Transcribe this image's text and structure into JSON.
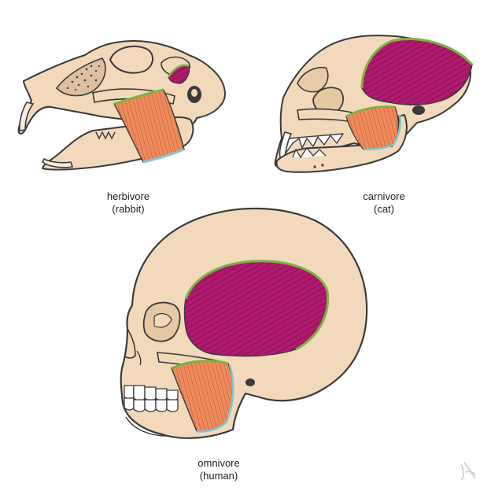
{
  "figure": {
    "skulls": [
      {
        "id": "rabbit",
        "diet": "herbivore",
        "animal": "(rabbit)"
      },
      {
        "id": "cat",
        "diet": "carnivore",
        "animal": "(cat)"
      },
      {
        "id": "human",
        "diet": "omnivore",
        "animal": "(human)"
      }
    ]
  },
  "colors": {
    "bone": "#f2d9bc",
    "outline": "#3a3a3a",
    "temporalis": "#b0196e",
    "masseter": "#ee8a5c",
    "origin_line": "#7cb342",
    "insertion_line": "#7ec8d6",
    "signature": "#c8c8c8"
  },
  "icons": {
    "artist_mark": "artist-signature-icon"
  }
}
